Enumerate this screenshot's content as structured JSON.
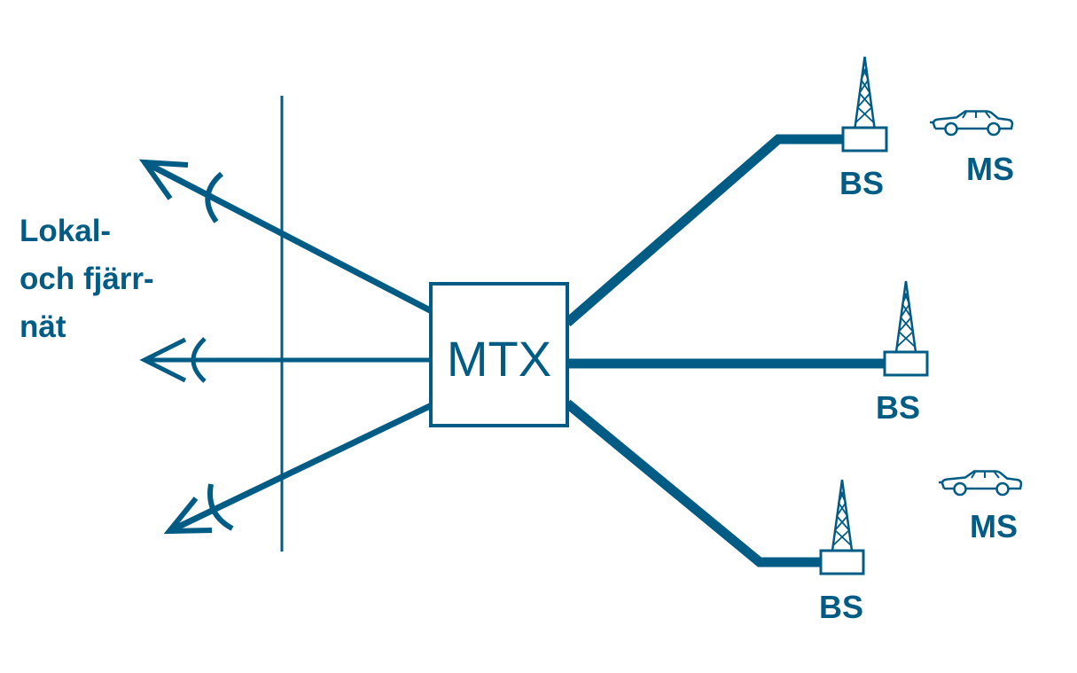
{
  "diagram": {
    "accent_color": "#005c84",
    "background_color": "#ffffff",
    "left_network_label": [
      "Lokal-",
      "och fjärr-",
      "nät"
    ],
    "exchange": {
      "label": "MTX"
    },
    "base_stations": [
      {
        "label": "BS",
        "icon": "antenna-mast-icon"
      },
      {
        "label": "BS",
        "icon": "antenna-mast-icon"
      },
      {
        "label": "BS",
        "icon": "antenna-mast-icon"
      }
    ],
    "mobile_stations": [
      {
        "label": "MS",
        "icon": "car-icon"
      },
      {
        "label": "MS",
        "icon": "car-icon"
      }
    ]
  }
}
